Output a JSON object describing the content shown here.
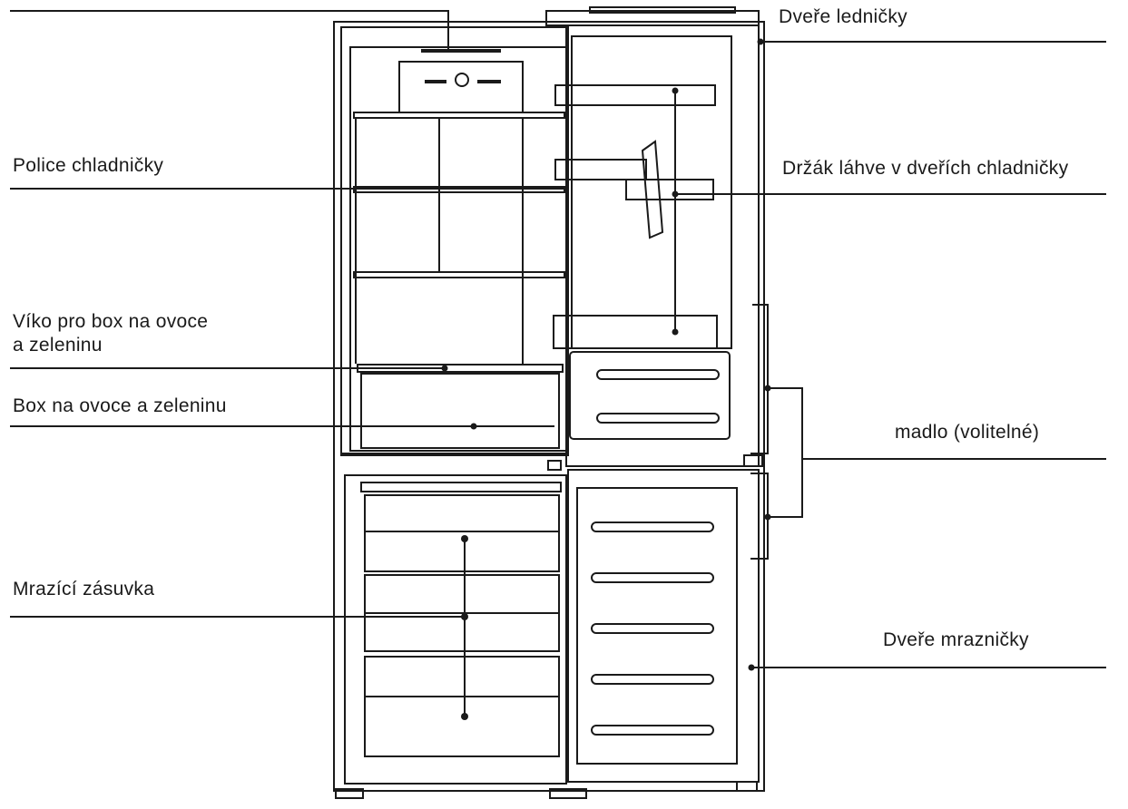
{
  "labels": {
    "fridge_door": "Dveře ledničky",
    "fridge_shelf": "Police chladničky",
    "bottle_holder": "Držák láhve v dveřích chladničky",
    "crisper_lid_line1": "Víko pro box na ovoce",
    "crisper_lid_line2": "a zeleninu",
    "crisper_box": "Box na ovoce a zeleninu",
    "handle": "madlo (volitelné)",
    "freezer_drawer": "Mrazící zásuvka",
    "freezer_door": "Dveře mrazničky"
  },
  "colors": {
    "line": "#1a1a1a",
    "background": "#ffffff"
  }
}
